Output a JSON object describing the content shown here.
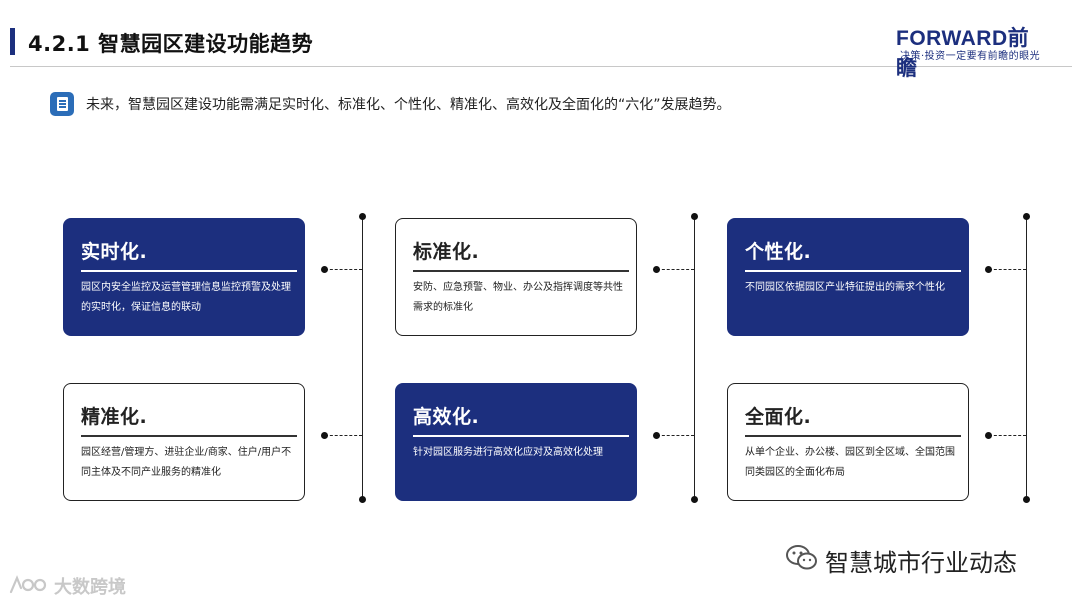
{
  "header": {
    "title": "4.2.1 智慧园区建设功能趋势",
    "logo_main": "FORWARD前瞻",
    "logo_sub": "决策·投资一定要有前瞻的眼光"
  },
  "intro": {
    "text": "未来，智慧园区建设功能需满足实时化、标准化、个性化、精准化、高效化及全面化的“六化”发展趋势。"
  },
  "cards": [
    {
      "title": "实时化.",
      "desc": "园区内安全监控及运营管理信息监控预警及处理的实时化，保证信息的联动",
      "style": "dark"
    },
    {
      "title": "标准化.",
      "desc": "安防、应急预警、物业、办公及指挥调度等共性需求的标准化",
      "style": "light"
    },
    {
      "title": "个性化.",
      "desc": "不同园区依据园区产业特征提出的需求个性化",
      "style": "dark"
    },
    {
      "title": "精准化.",
      "desc": "园区经营/管理方、进驻企业/商家、住户/用户不同主体及不同产业服务的精准化",
      "style": "light"
    },
    {
      "title": "高效化.",
      "desc": "针对园区服务进行高效化应对及高效化处理",
      "style": "dark"
    },
    {
      "title": "全面化.",
      "desc": "从单个企业、办公楼、园区到全区域、全国范围同类园区的全面化布局",
      "style": "light"
    }
  ],
  "footer": {
    "wechat_label": "智慧城市行业动态",
    "corner_label": "大数跨境"
  },
  "colors": {
    "navy": "#1c2f7e",
    "icon_blue": "#2b6db8"
  },
  "icons": {
    "intro": "document-icon",
    "wechat": "wechat-icon",
    "corner": "watermark-logo-icon"
  }
}
